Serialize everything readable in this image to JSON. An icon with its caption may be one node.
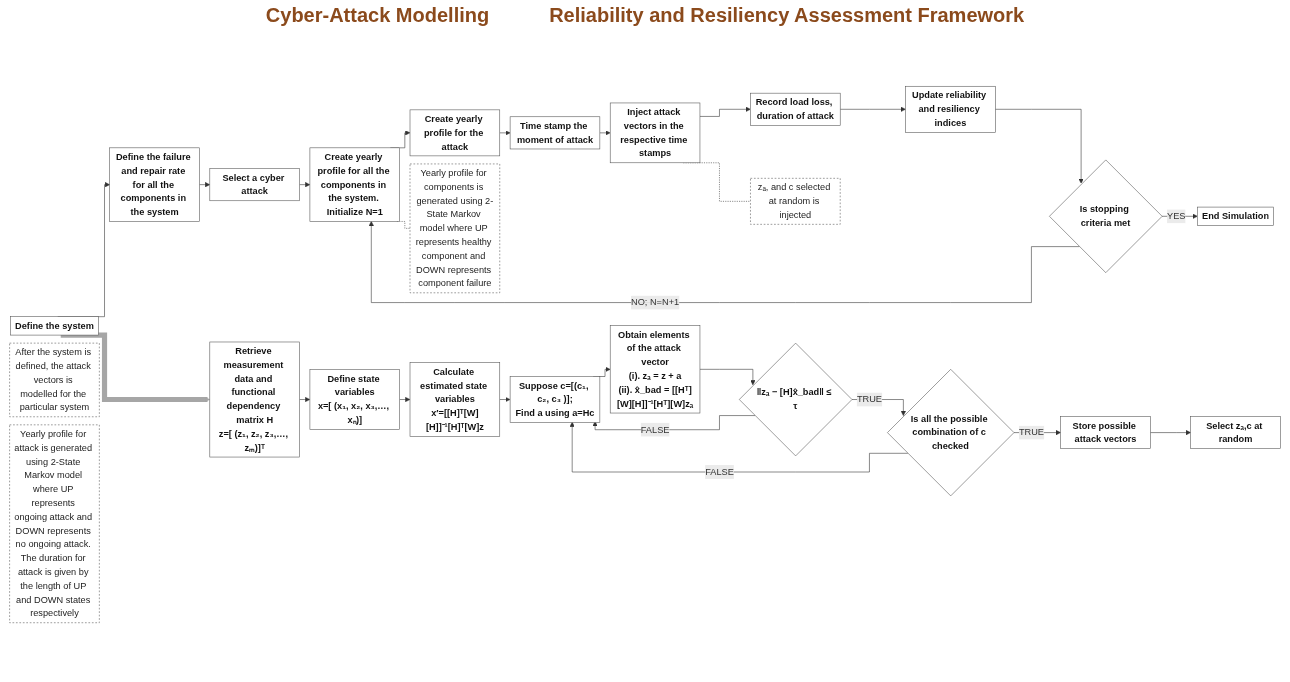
{
  "diagram": {
    "title": "Cyber-Attack Modelling",
    "nodes": [
      {
        "text": [
          "Retrieve measurement data and functional dependency matrix H",
          "z=[ (z₁, z₂, z₃,…, zₘ)]ᵀ"
        ]
      },
      {
        "text": [
          "Define state variables",
          "x=[ (x₁, x₂, x₃,…, xₙ)]"
        ]
      },
      {
        "text": [
          "Calculate estimated state variables",
          "x′=[[H]ᵀ[W][H]]⁻¹[H]ᵀ[W]z"
        ]
      },
      {
        "text": [
          "Suppose c=[(c₁, c₂, c₃ )];",
          "Find a using a=Hc"
        ]
      },
      {
        "text": [
          "Obtain elements of the attack vector",
          "(i). zₐ = z + a",
          "(ii). x̂_bad = [[Hᵀ][W][H]]⁻¹[Hᵀ][W]zₐ"
        ]
      },
      {
        "text": [
          "‖zₐ − [H]x̂_bad‖ ≤ τ"
        ]
      },
      {
        "text": [
          "Is all the possible combination of c checked"
        ]
      },
      {
        "text": [
          "Store possible attack vectors"
        ]
      },
      {
        "text": [
          "Select zₐ,c at random"
        ]
      },
      {
        "text": [
          "After the system is defined, the attack vectors is modelled for the particular system"
        ]
      },
      {
        "text": [
          "Define the system"
        ]
      },
      {
        "text": [
          "Define the failure and repair rate for all the components in the system"
        ]
      },
      {
        "text": [
          "Select a cyber attack"
        ]
      },
      {
        "text": [
          "Create yearly profile for all the components in the system. Initialize N=1"
        ]
      },
      {
        "text": [
          "Yearly profile for components is generated using 2-State Markov model where UP represents healthy component and DOWN represents component failure"
        ]
      },
      {
        "text": [
          "Create yearly profile for the attack"
        ]
      },
      {
        "text": [
          "Time stamp the moment of attack"
        ]
      },
      {
        "text": [
          "Yearly profile for attack is generated using 2-State Markov model where UP represents ongoing attack and DOWN represents no ongoing attack. The duration for attack is given by the length of UP and DOWN states respectively"
        ]
      },
      {
        "text": [
          "Inject attack vectors in the respective time stamps"
        ]
      },
      {
        "text": [
          "zₐ, and c selected at random is injected"
        ]
      },
      {
        "text": [
          "Record load loss, duration of attack"
        ]
      },
      {
        "text": [
          "Update reliability and resiliency indices"
        ]
      },
      {
        "text": [
          "Is stopping criteria met"
        ]
      },
      {
        "text": [
          "End Simulation"
        ]
      }
    ],
    "edges": [
      {
        "from": 0,
        "to": 1,
        "arrow": "to"
      },
      {
        "from": 1,
        "to": 2,
        "arrow": "to"
      },
      {
        "from": 2,
        "to": 3,
        "arrow": "to"
      },
      {
        "from": 3,
        "to": 4,
        "arrow": "to"
      },
      {
        "from": 4,
        "to": 5,
        "arrow": "to"
      },
      {
        "from": 5,
        "to": 6,
        "label": "TRUE",
        "arrow": "to"
      },
      {
        "from": 5,
        "to": 3,
        "label": "FALSE",
        "arrow": "to"
      },
      {
        "from": 6,
        "to": 3,
        "label": "FALSE",
        "arrow": "to"
      },
      {
        "from": 6,
        "to": 7,
        "label": "TRUE",
        "arrow": "to"
      },
      {
        "from": 7,
        "to": 8,
        "arrow": "to"
      },
      {
        "from": 10,
        "to": 0,
        "arrow": "to",
        "style": "thick",
        "color": "#a6a6a6"
      },
      {
        "from": 10,
        "to": 11,
        "arrow": "to"
      },
      {
        "from": 11,
        "to": 12,
        "arrow": "to"
      },
      {
        "from": 12,
        "to": 13,
        "arrow": "to"
      },
      {
        "from": 13,
        "to": 14,
        "arrow": "none",
        "style": "dashed"
      },
      {
        "from": 13,
        "to": 15,
        "arrow": "to"
      },
      {
        "from": 15,
        "to": 16,
        "arrow": "to"
      },
      {
        "from": 16,
        "to": 18,
        "arrow": "to"
      },
      {
        "from": 18,
        "to": 19,
        "arrow": "none",
        "style": "dashed"
      },
      {
        "from": 18,
        "to": 20,
        "arrow": "to"
      },
      {
        "from": 20,
        "to": 21,
        "arrow": "to"
      },
      {
        "from": 21,
        "to": 22,
        "arrow": "to"
      },
      {
        "from": 22,
        "to": 23,
        "label": "YES",
        "arrow": "to"
      },
      {
        "from": 22,
        "to": 13,
        "label": "NO; N=N+1",
        "arrow": "to"
      }
    ],
    "labels": [
      "Reliability and Resiliency Assessment Framework"
    ]
  }
}
